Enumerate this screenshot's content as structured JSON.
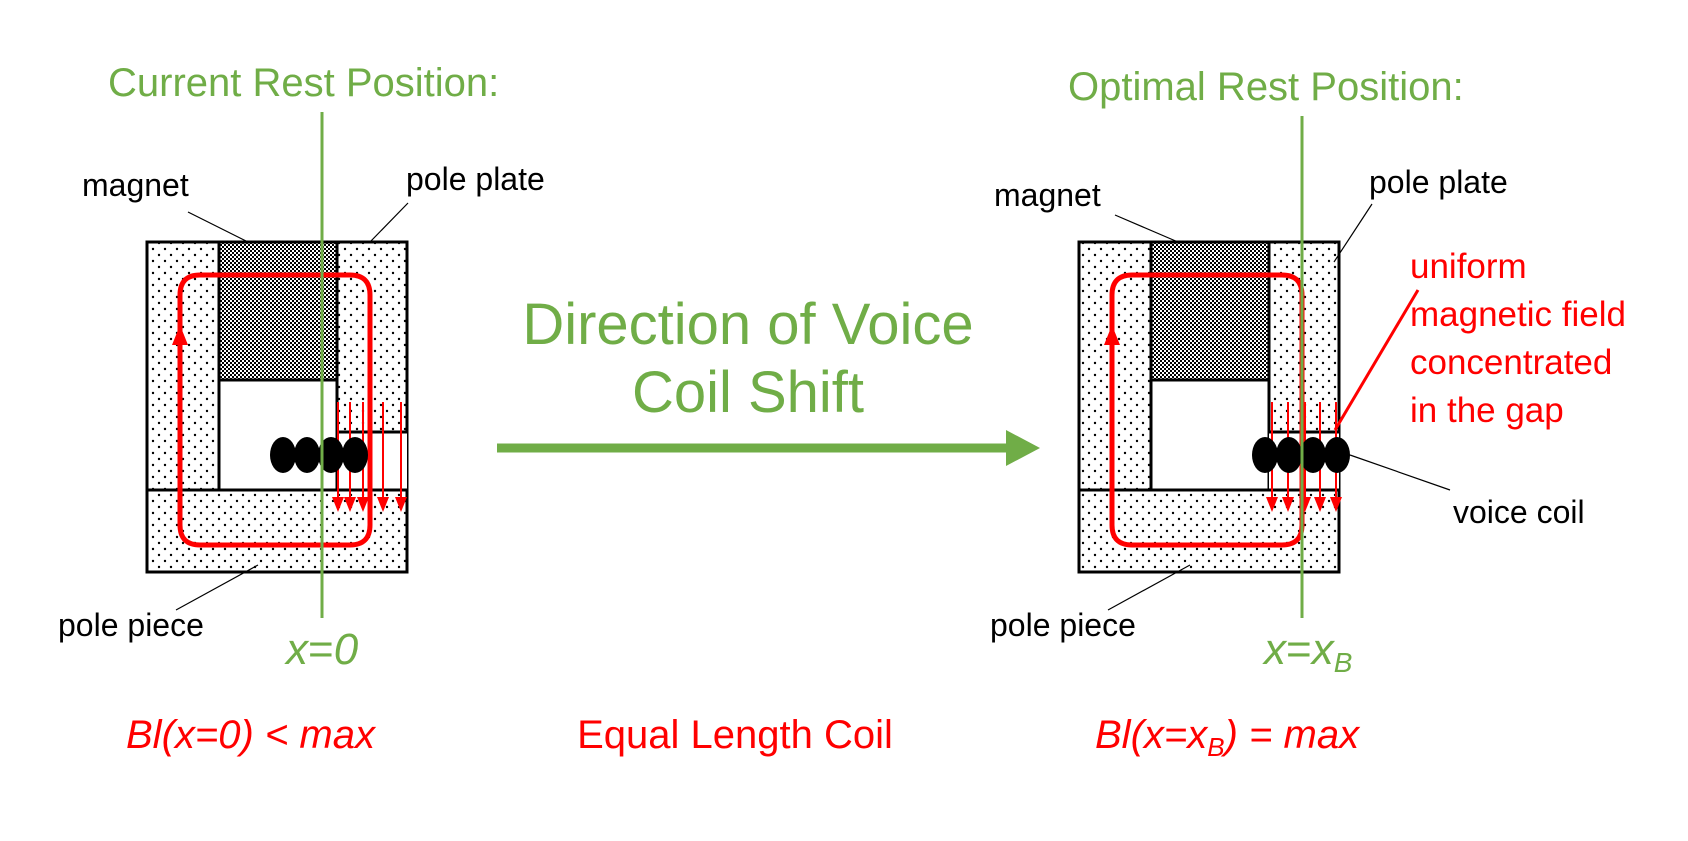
{
  "left": {
    "heading": "Current Rest Position:",
    "labels": {
      "magnet": "magnet",
      "pole_plate": "pole plate",
      "pole_piece": "pole piece"
    },
    "position": {
      "var": "x",
      "eq": "=",
      "value": "0"
    },
    "bl": {
      "prefix": "Bl(x=0) < max"
    }
  },
  "right": {
    "heading": "Optimal Rest Position:",
    "labels": {
      "magnet": "magnet",
      "pole_plate": "pole plate",
      "pole_piece": "pole piece",
      "voice_coil": "voice coil",
      "uniform_field": [
        "uniform",
        "magnetic field",
        "concentrated",
        "in the gap"
      ]
    },
    "position": {
      "var": "x",
      "eq": "=",
      "value": "x",
      "sub": "B"
    },
    "bl": {
      "prefix": "Bl(x=x",
      "sub": "B",
      "suffix": ") = max"
    }
  },
  "center": {
    "direction": [
      "Direction of Voice",
      "Coil Shift"
    ],
    "coil_note": "Equal Length Coil"
  },
  "colors": {
    "green": "#70ad47",
    "red": "#ff0000",
    "black": "#000000"
  }
}
